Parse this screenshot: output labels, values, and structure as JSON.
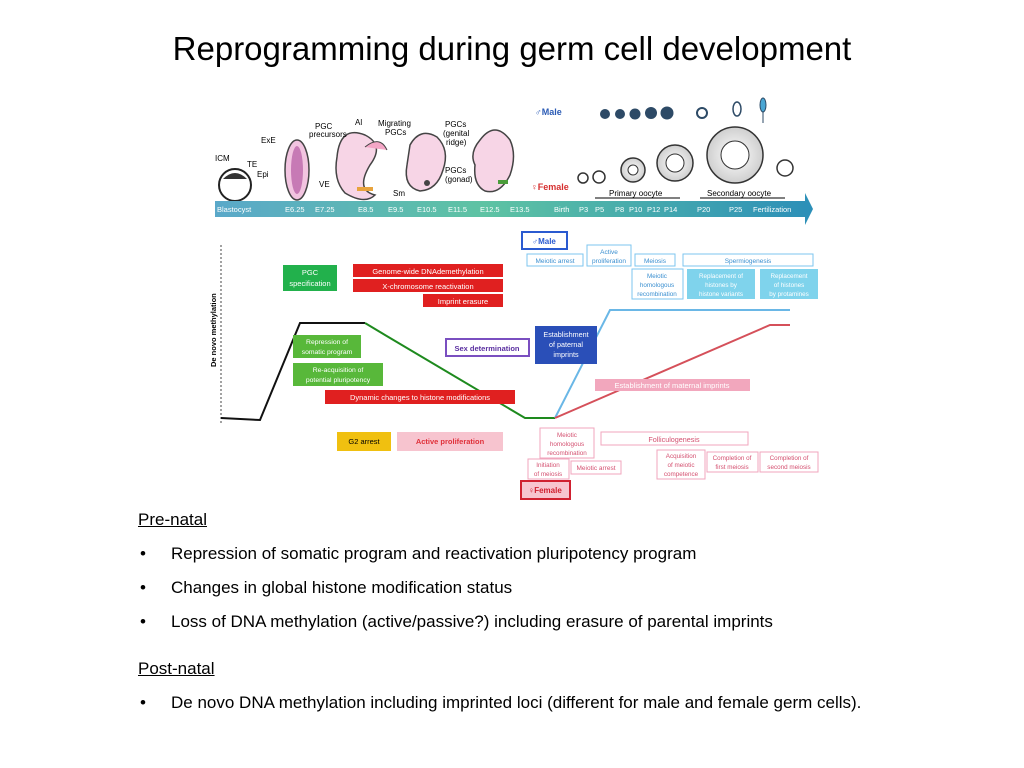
{
  "title": "Reprogramming during germ cell development",
  "figure": {
    "stages": {
      "icm": "ICM",
      "te": "TE",
      "epi": "Epi",
      "exe": "ExE",
      "pgc_precursors_1": "PGC",
      "pgc_precursors_2": "precursors",
      "ve": "VE",
      "al": "Al",
      "migrating_1": "Migrating",
      "migrating_2": "PGCs",
      "sm": "Sm",
      "genital_1": "PGCs",
      "genital_2": "(genital",
      "genital_3": "ridge)",
      "gonad_1": "PGCs",
      "gonad_2": "(gonad)"
    },
    "male_label": "♂Male",
    "female_label": "♀Female",
    "primary_oocyte": "Primary oocyte",
    "secondary_oocyte": "Secondary oocyte",
    "timeline": [
      "Blastocyst",
      "E6.25",
      "E7.25",
      "E8.5",
      "E9.5",
      "E10.5",
      "E11.5",
      "E12.5",
      "E13.5",
      "Birth",
      "P3",
      "P5",
      "P8",
      "P10",
      "P12",
      "P14",
      "P20",
      "P25",
      "Fertilization"
    ],
    "y_axis_label": "De novo methylation",
    "boxes": {
      "pgc_spec_1": "PGC",
      "pgc_spec_2": "specification",
      "genome_demeth": "Genome-wide DNAdemethylation",
      "x_react": "X-chromosome reactivation",
      "imprint_erasure": "Imprint erasure",
      "repress_1": "Repression of",
      "repress_2": "somatic program",
      "reacq_1": "Re-acquisition of",
      "reacq_2": "potential pluripotency",
      "histone_dyn": "Dynamic changes to histone modifications",
      "sex_det": "Sex determination",
      "paternal_1": "Establishment",
      "paternal_2": "of paternal",
      "paternal_3": "imprints",
      "maternal": "Establishment of maternal imprints",
      "g2": "G2 arrest",
      "active_prolif": "Active proliferation",
      "male_box": "♂Male",
      "meiotic_arrest_m": "Meiotic arrest",
      "active_prolif_m_1": "Active",
      "active_prolif_m_2": "proliferation",
      "meiosis_m": "Meiosis",
      "spermiogenesis": "Spermiogenesis",
      "meiotic_hom_m_1": "Meiotic",
      "meiotic_hom_m_2": "homologous",
      "meiotic_hom_m_3": "recombination",
      "repl_var_1": "Replacement of",
      "repl_var_2": "histones by",
      "repl_var_3": "histone variants",
      "repl_prot_1": "Replacement",
      "repl_prot_2": "of histones",
      "repl_prot_3": "by protamines",
      "meiotic_hom_f_1": "Meiotic",
      "meiotic_hom_f_2": "homologous",
      "meiotic_hom_f_3": "recombination",
      "folliculogenesis": "Folliculogenesis",
      "init_meiosis_1": "Initiation",
      "init_meiosis_2": "of meiosis",
      "meiotic_arrest_f": "Meiotic arrest",
      "acq_comp_1": "Acquisition",
      "acq_comp_2": "of meiotic",
      "acq_comp_3": "competence",
      "first_meiosis_1": "Completion of",
      "first_meiosis_2": "first meiosis",
      "second_meiosis_1": "Completion of",
      "second_meiosis_2": "second meiosis",
      "female_box": "♀Female"
    }
  },
  "prenatal": {
    "heading": "Pre-natal",
    "bullets": [
      "Repression of somatic program and reactivation pluripotency program",
      "Changes in global histone modification status",
      "Loss of DNA methylation (active/passive?) including erasure of parental imprints"
    ]
  },
  "postnatal": {
    "heading": "Post-natal",
    "bullets": [
      "De novo DNA methylation including imprinted loci (different for male and female germ cells)."
    ]
  },
  "bullet_char": "•"
}
